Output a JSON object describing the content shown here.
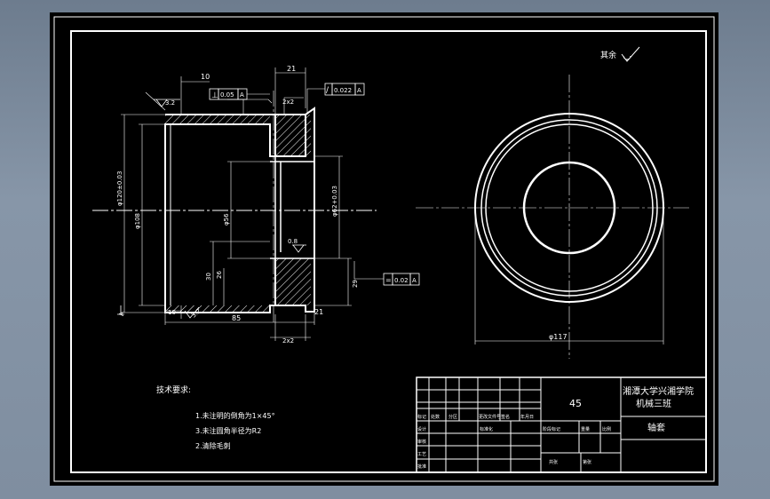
{
  "drawing": {
    "surface_note": {
      "text": "其余",
      "symbol": "roughness-symbol"
    },
    "front_view": {
      "dims": {
        "d10": "10",
        "d21_top": "21",
        "d2x2_top": "2x2",
        "d3_2": "3.2",
        "tol1_sym": "⊥",
        "tol1_val": "0.05",
        "tol1_ref": "A",
        "tol2_sym": "∕",
        "tol2_val": "0.022",
        "tol2_ref": "A",
        "dia_120": "φ120±0.03",
        "dia_108": "φ108",
        "dia_56": "φ56",
        "dia_62": "φ62+0.03",
        "d30": "30",
        "d26": "26",
        "d0_8": "0.8",
        "d29": "29",
        "tol3_sym": "=",
        "tol3_val": "0.02",
        "tol3_ref": "A",
        "d10_bot": "10",
        "d3_2_bot": "3.2",
        "d85": "85",
        "d21_bot": "21",
        "d2x2_bot": "2x2",
        "datum_A": "A"
      }
    },
    "side_view": {
      "dia_117": "φ117"
    },
    "tech_requirements": {
      "title": "技术要求:",
      "items": [
        "1.未注明的倒角为1×45°",
        "3.未注圆角半径为R2",
        "2.清除毛刺"
      ]
    },
    "title_block": {
      "material": "45",
      "school_line1": "湘潭大学兴湘学院",
      "school_line2": "机械三班",
      "part_name": "轴套",
      "row_labels": [
        "标记",
        "处数",
        "分区",
        "更改文件号",
        "签名",
        "年月日"
      ],
      "left_labels": [
        "设计",
        "审核",
        "工艺",
        "批准"
      ],
      "mid_labels": [
        "标准化"
      ],
      "right_labels": [
        "阶段标记",
        "重量",
        "比例"
      ],
      "sheet_labels": [
        "共张",
        "第张"
      ]
    }
  }
}
